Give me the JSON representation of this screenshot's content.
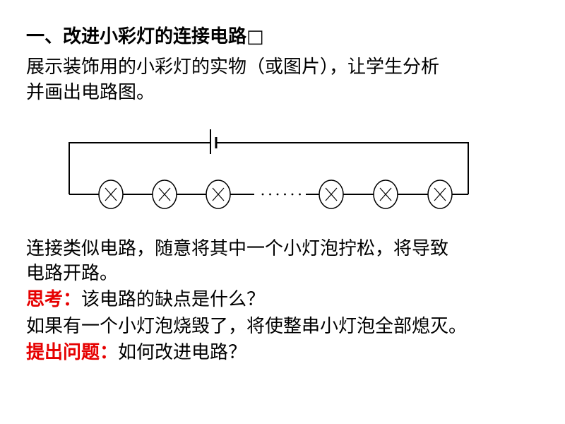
{
  "title": "一、改进小彩灯的连接电路",
  "title_box": "□",
  "intro_lines": [
    "展示装饰用的小彩灯的实物（或图片），让学生分析",
    "并画出电路图。"
  ],
  "desc_lines": [
    "连接类似电路，随意将其中一个小灯泡拧松，将导致",
    "电路开路。"
  ],
  "think": {
    "label": "思考：",
    "text": "该电路的缺点是什么？"
  },
  "answer": "如果有一个小灯泡烧毁了，将使整串小灯泡全部熄灭。",
  "problem": {
    "label": "提出问题：",
    "text": "如何改进电路？"
  },
  "diagram": {
    "bulb_count_left": 3,
    "bulb_count_right": 3,
    "ellipsis": "……"
  },
  "colors": {
    "highlight": "#e60000"
  }
}
